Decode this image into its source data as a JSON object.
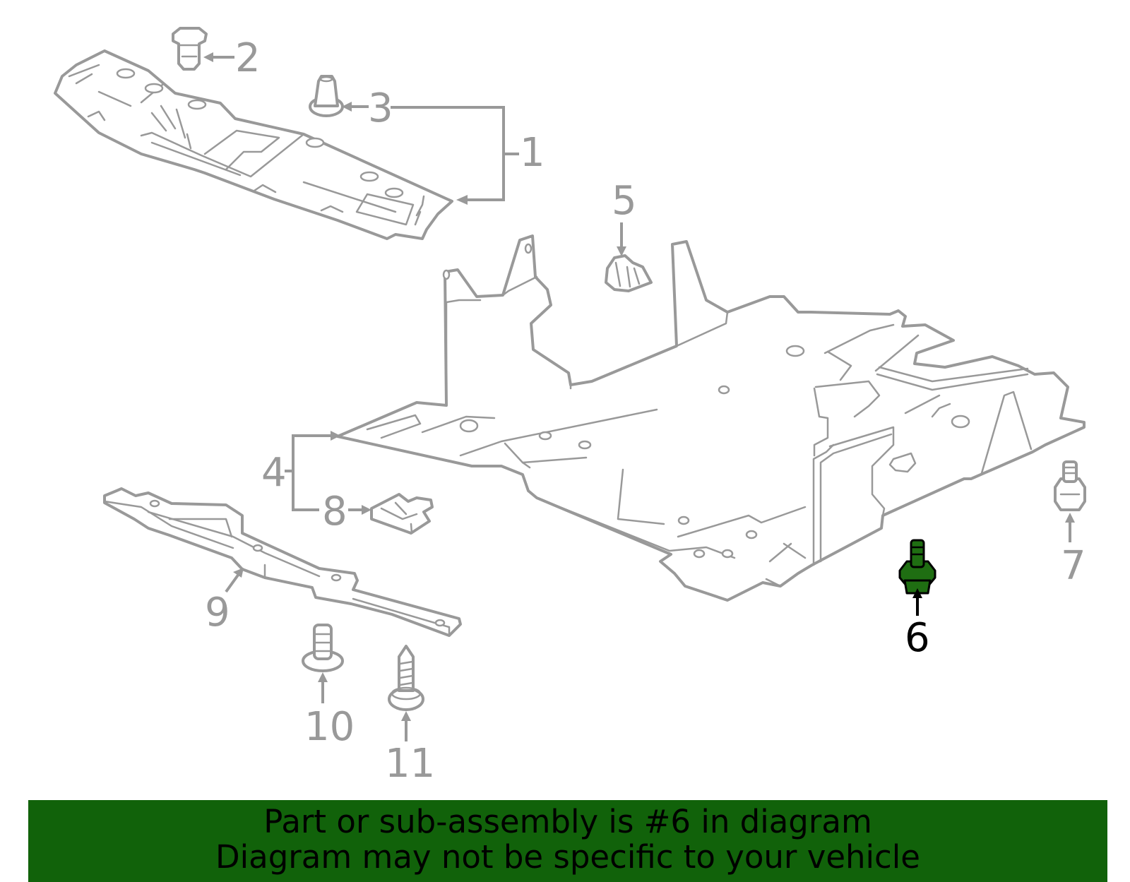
{
  "callouts": {
    "c1": "1",
    "c2": "2",
    "c3": "3",
    "c4": "4",
    "c5": "5",
    "c6": "6",
    "c7": "7",
    "c8": "8",
    "c9": "9",
    "c10": "10",
    "c11": "11"
  },
  "highlight": {
    "callout": "6",
    "color": "#1f6e12"
  },
  "banner": {
    "line1": "Part or sub-assembly is #6 in diagram",
    "line2": "Diagram may not be specific to your vehicle",
    "background": "#11620a"
  }
}
